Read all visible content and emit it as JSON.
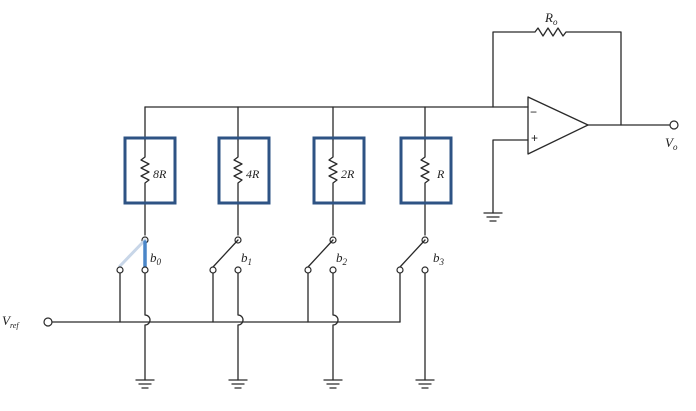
{
  "labels": {
    "r_feedback": "R",
    "r_feedback_sub": "o",
    "v_out": "V",
    "v_out_sub": "o",
    "v_ref": "V",
    "v_ref_sub": "ref",
    "opamp_minus": "−",
    "opamp_plus": "+"
  },
  "branches": [
    {
      "resistor": "8R",
      "bit": "b",
      "bit_sub": "0"
    },
    {
      "resistor": "4R",
      "bit": "b",
      "bit_sub": "1"
    },
    {
      "resistor": "2R",
      "bit": "b",
      "bit_sub": "2"
    },
    {
      "resistor": "R",
      "bit": "b",
      "bit_sub": "3"
    }
  ],
  "colors": {
    "wire": "#2a2a2a",
    "highlight_box": "#2e5384",
    "switch_blade_highlight": "#4a86c8"
  }
}
